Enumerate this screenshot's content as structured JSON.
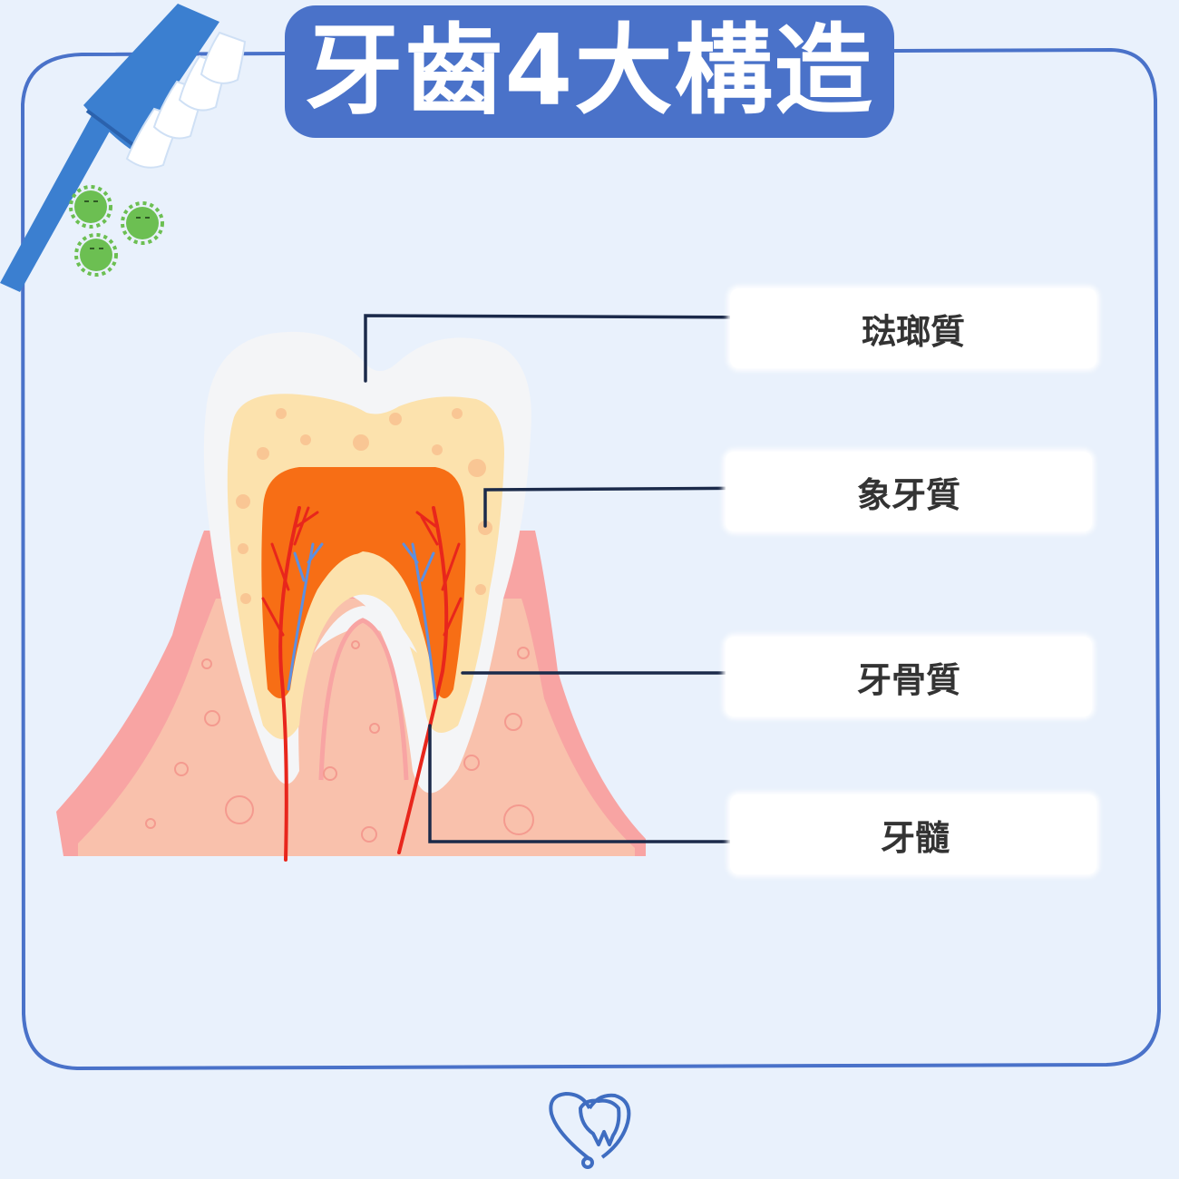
{
  "title": "牙齒4大構造",
  "labels": [
    {
      "text": "琺瑯質"
    },
    {
      "text": "象牙質"
    },
    {
      "text": "牙骨質"
    },
    {
      "text": "牙髓"
    }
  ],
  "colors": {
    "background": "#e9f1fc",
    "frame": "#4a72c9",
    "title_bg": "#4a72c9",
    "enamel": "#f4f5f7",
    "dentin": "#fce2ad",
    "pulp": "#f76e15",
    "gum": "#f8a4a3",
    "gum_inner": "#f9c1ac",
    "leader_line": "#1b2a4a",
    "artery": "#e8261c",
    "vein": "#5d8fe0"
  },
  "icons": [
    "toothbrush-icon",
    "germ-icon",
    "tooth-heart-logo-icon"
  ]
}
